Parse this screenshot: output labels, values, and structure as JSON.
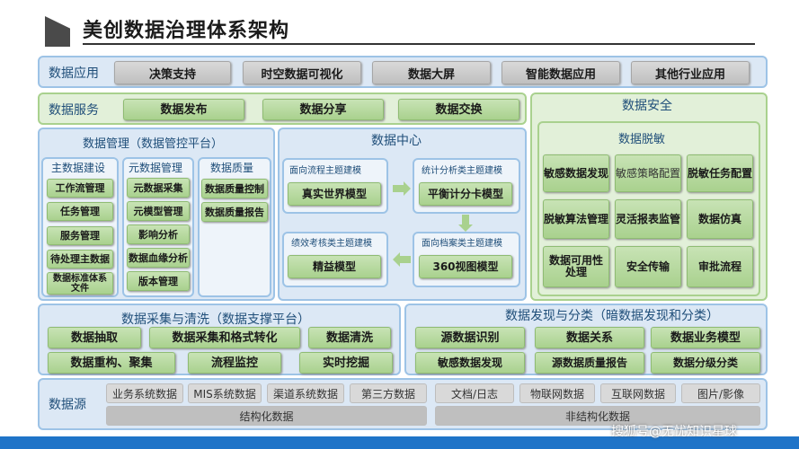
{
  "title": "美创数据治理体系架构",
  "app_layer": {
    "label": "数据应用",
    "items": [
      "决策支持",
      "时空数据可视化",
      "数据大屏",
      "智能数据应用",
      "其他行业应用"
    ]
  },
  "service_layer": {
    "label": "数据服务",
    "items": [
      "数据发布",
      "数据分享",
      "数据交换"
    ]
  },
  "security": {
    "title": "数据安全",
    "subtitle": "数据脱敏",
    "items": [
      "敏感数据发现",
      "敏感策略配置",
      "脱敏任务配置",
      "脱敏算法管理",
      "灵活报表监管",
      "数据仿真",
      "数据可用性处理",
      "安全传输",
      "审批流程"
    ]
  },
  "management": {
    "title": "数据管理（数据管控平台）",
    "master": {
      "title": "主数据建设",
      "items": [
        "工作流管理",
        "任务管理",
        "服务管理",
        "待处理主数据",
        "数据标准体系文件"
      ]
    },
    "meta": {
      "title": "元数据管理",
      "items": [
        "元数据采集",
        "元模型管理",
        "影响分析",
        "数据血缘分析",
        "版本管理"
      ]
    },
    "quality": {
      "title": "数据质量",
      "items": [
        "数据质量控制",
        "数据质量报告"
      ]
    }
  },
  "center": {
    "title": "数据中心",
    "q1": {
      "title": "面向流程主题建模",
      "item": "真实世界模型"
    },
    "q2": {
      "title": "统计分析类主题建模",
      "item": "平衡计分卡模型"
    },
    "q3": {
      "title": "绩效考核类主题建模",
      "item": "精益模型"
    },
    "q4": {
      "title": "面向档案类主题建模",
      "item": "360视图模型"
    }
  },
  "collect": {
    "title": "数据采集与清洗（数据支撑平台）",
    "items": [
      "数据抽取",
      "数据采集和格式转化",
      "数据清洗",
      "数据重构、聚集",
      "流程监控",
      "实时挖掘"
    ]
  },
  "discover": {
    "title": "数据发现与分类（暗数据发现和分类）",
    "items": [
      "源数据识别",
      "数据关系",
      "数据业务模型",
      "敏感数据发现",
      "源数据质量报告",
      "数据分级分类"
    ]
  },
  "source": {
    "label": "数据源",
    "structured_items": [
      "业务系统数据",
      "MIS系统数据",
      "渠道系统数据",
      "第三方数据"
    ],
    "unstructured_items": [
      "文档/日志",
      "物联网数据",
      "互联网数据",
      "图片/影像"
    ],
    "structured_label": "结构化数据",
    "unstructured_label": "非结构化数据"
  },
  "watermark": "搜狐号@无忧知识星球"
}
